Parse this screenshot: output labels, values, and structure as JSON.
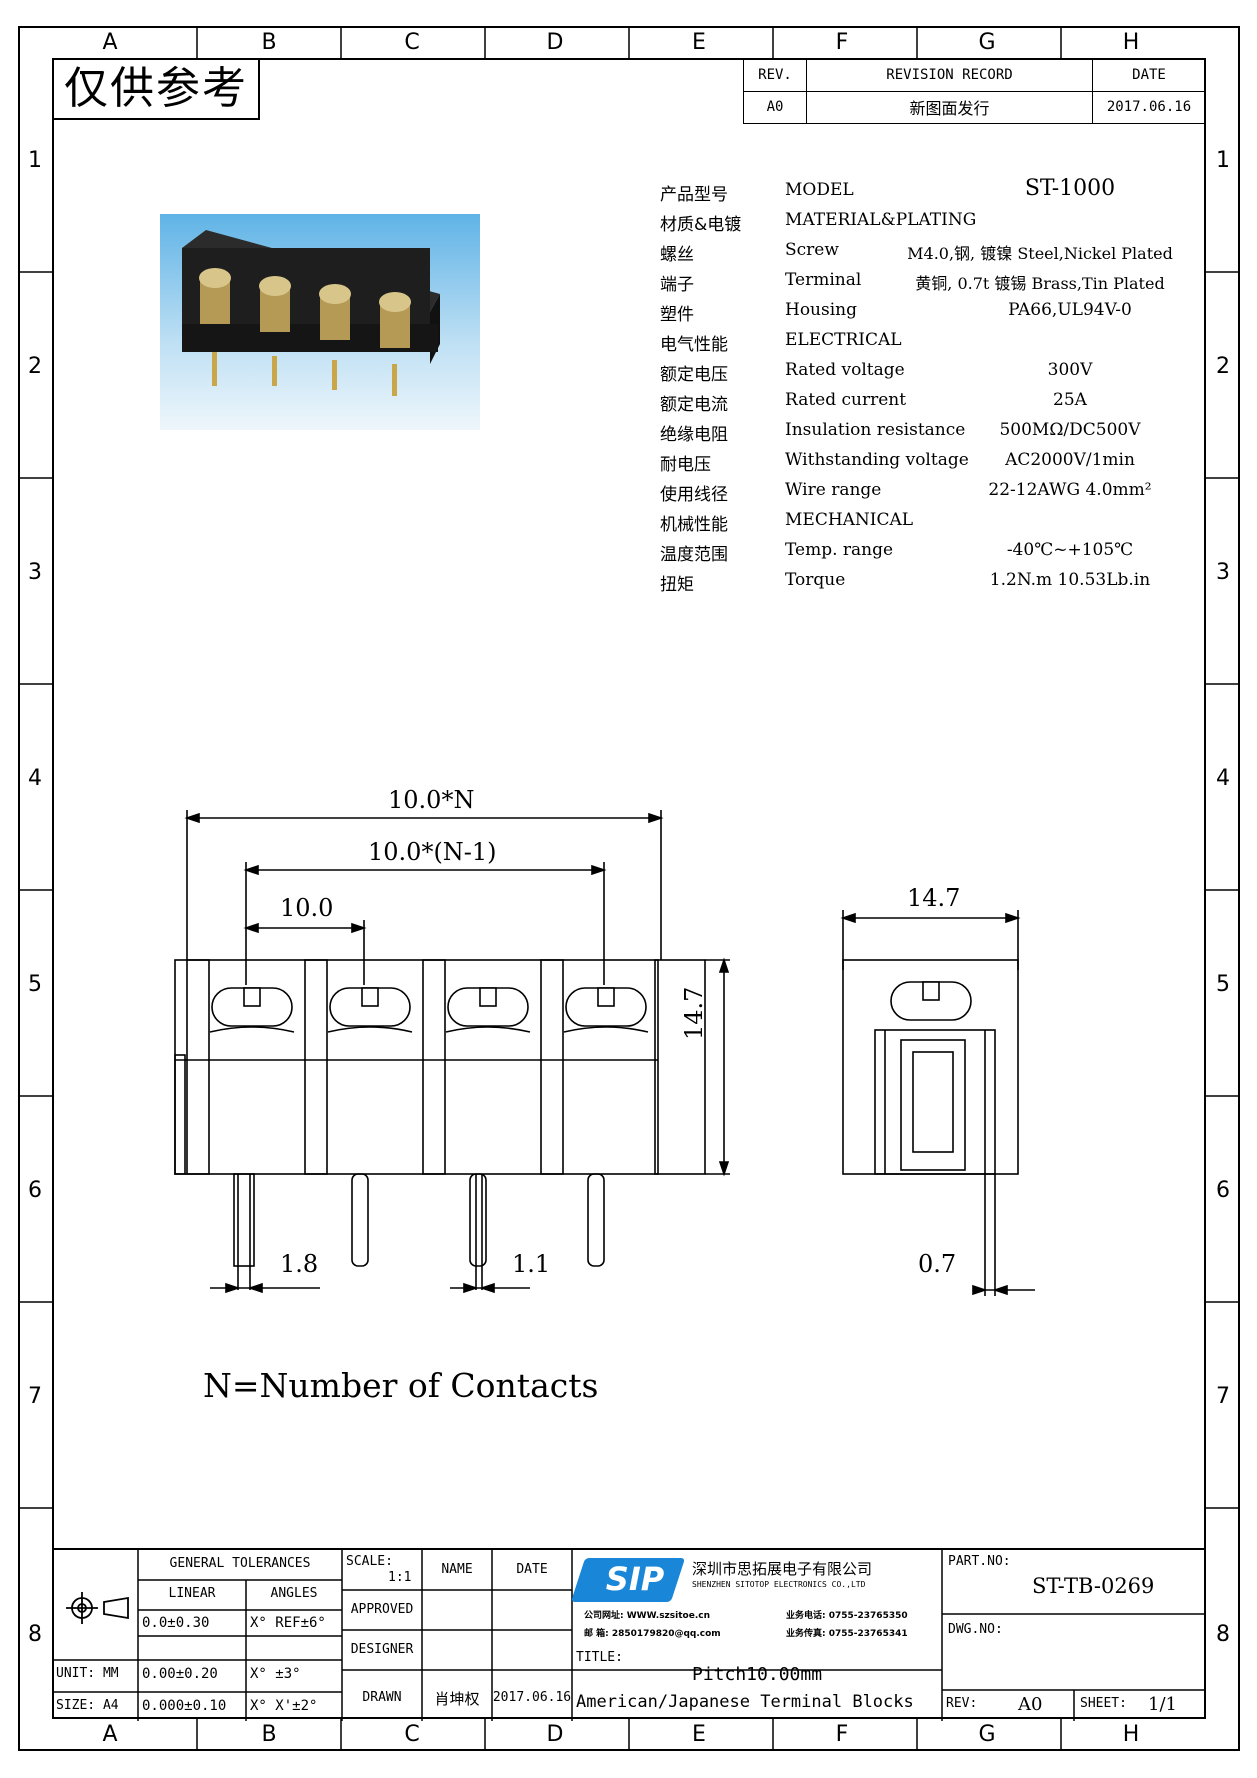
{
  "stamp": "仅供参考",
  "zones": {
    "columns": [
      "A",
      "B",
      "C",
      "D",
      "E",
      "F",
      "G",
      "H"
    ],
    "rows": [
      "1",
      "2",
      "3",
      "4",
      "5",
      "6",
      "7",
      "8"
    ]
  },
  "revision": {
    "rev_header": "REV.",
    "record_header": "REVISION RECORD",
    "date_header": "DATE",
    "rev": "A0",
    "record": "新图面发行",
    "date": "2017.06.16"
  },
  "specs": [
    {
      "cn": "产品型号",
      "en": "MODEL",
      "value": "ST-1000"
    },
    {
      "cn": "材质&电镀",
      "en": "MATERIAL&PLATING",
      "value": ""
    },
    {
      "cn": "螺丝",
      "en": "Screw",
      "value": "M4.0,钢, 镀镍 Steel,Nickel Plated"
    },
    {
      "cn": "端子",
      "en": "Terminal",
      "value": "黄铜, 0.7t 镀锡 Brass,Tin Plated"
    },
    {
      "cn": "塑件",
      "en": "Housing",
      "value": "PA66,UL94V-0"
    },
    {
      "cn": "电气性能",
      "en": "ELECTRICAL",
      "value": ""
    },
    {
      "cn": "额定电压",
      "en": "Rated voltage",
      "value": "300V"
    },
    {
      "cn": "额定电流",
      "en": "Rated current",
      "value": "25A"
    },
    {
      "cn": "绝缘电阻",
      "en": "Insulation resistance",
      "value": "500MΩ/DC500V"
    },
    {
      "cn": "耐电压",
      "en": "Withstanding voltage",
      "value": "AC2000V/1min"
    },
    {
      "cn": "使用线径",
      "en": "Wire range",
      "value": "22-12AWG 4.0mm²"
    },
    {
      "cn": "机械性能",
      "en": "MECHANICAL",
      "value": ""
    },
    {
      "cn": "温度范围",
      "en": "Temp. range",
      "value": "-40℃~+105℃"
    },
    {
      "cn": "扭矩",
      "en": "Torque",
      "value": "1.2N.m  10.53Lb.in"
    }
  ],
  "dims": {
    "overall": "10.0*N",
    "inner": "10.0*(N-1)",
    "pitch": "10.0",
    "height": "14.7",
    "side_width": "14.7",
    "pin_a": "1.8",
    "pin_b": "1.1",
    "pin_c": "0.7"
  },
  "note": "N=Number of Contacts",
  "title_block": {
    "general_tolerances": "GENERAL TOLERANCES",
    "linear": "LINEAR",
    "angles": "ANGLES",
    "tol_rows": [
      {
        "linear": "0.0±0.30",
        "angle": "X° REF±6°"
      },
      {
        "linear": "0.00±0.20",
        "angle": "X° ±3°"
      },
      {
        "linear": "0.000±0.10",
        "angle": "X° X'±2°"
      }
    ],
    "unit": "UNIT: MM",
    "size": "SIZE: A4",
    "scale_label": "SCALE:",
    "scale_value": "1:1",
    "name": "NAME",
    "date": "DATE",
    "approved": "APPROVED",
    "designer": "DESIGNER",
    "drawn": "DRAWN",
    "drawn_name": "肖坤权",
    "drawn_date": "2017.06.16",
    "logo": "SIP",
    "company_cn": "深圳市思拓展电子有限公司",
    "company_en": "SHENZHEN SITOTOP ELECTRONICS CO.,LTD",
    "contact1": "公司网址: WWW.szsitoe.cn",
    "contact2": "业务电话: 0755-23765350",
    "contact3": "邮 箱: 2850179820@qq.com",
    "contact4": "业务传真: 0755-23765341",
    "title_label": "TITLE:",
    "title_line1": "Pitch10.00mm",
    "title_line2": "American/Japanese Terminal Blocks",
    "part_no_label": "PART.NO:",
    "part_no": "ST-TB-0269",
    "dwg_no_label": "DWG.NO:",
    "rev_label": "REV:",
    "rev": "A0",
    "sheet_label": "SHEET:",
    "sheet": "1/1"
  }
}
